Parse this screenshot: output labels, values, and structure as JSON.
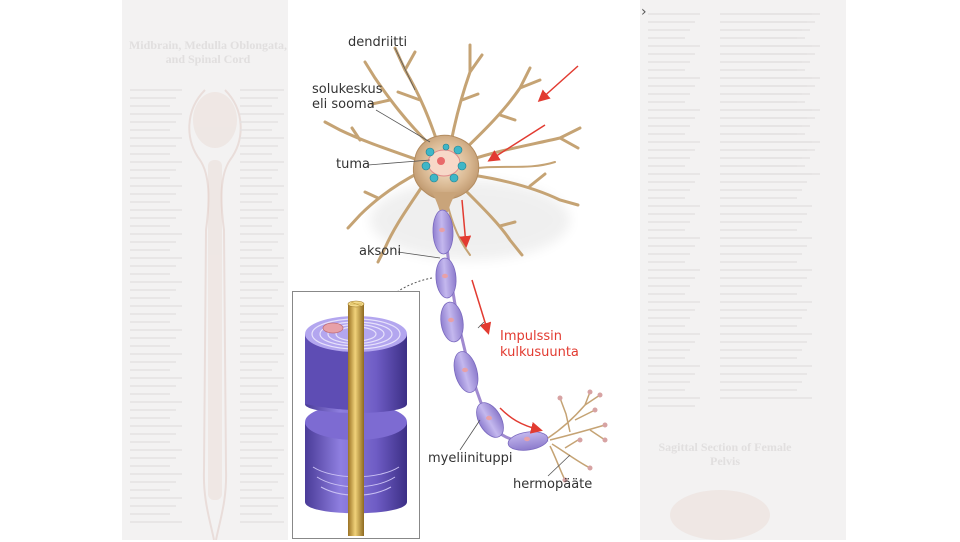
{
  "background": {
    "left_title": "Midbrain, Medulla Oblongata, and Spinal Cord",
    "right_title": "Sagittal Section of Female Pelvis"
  },
  "labels": {
    "dendrite": "dendriitti",
    "soma_line1": "solukeskus",
    "soma_line2": "eli sooma",
    "nucleus": "tuma",
    "axon": "aksoni",
    "impulse_line1": "Impulssin",
    "impulse_line2": "kulkusuunta",
    "myelin": "myeliinituppi",
    "terminal": "hermopääte"
  },
  "colors": {
    "dendrite": "#c5a374",
    "myelin": "#a99ade",
    "inset_purple": "#6e5cc4",
    "axon_core": "#d4a13c",
    "impulse_arrow": "#e23b31",
    "node": "#e7a0a8"
  }
}
